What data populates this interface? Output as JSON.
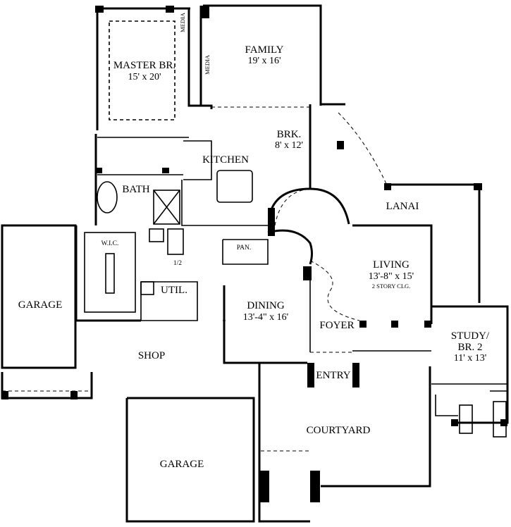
{
  "rooms": {
    "master": {
      "name": "MASTER BR.",
      "dim": "15' x 20'"
    },
    "family": {
      "name": "FAMILY",
      "dim": "19' x 16'"
    },
    "media_a": "MEDIA",
    "media_b": "MEDIA",
    "brk": {
      "name": "BRK.",
      "dim": "8' x 12'"
    },
    "kitchen": "KITCHEN",
    "bath": "BATH",
    "lanai": "LANAI",
    "wic": "W.I.C.",
    "pan": "PAN.",
    "half_bath": "1/2",
    "util": "UTIL.",
    "living": {
      "name": "LIVING",
      "dim": "13'-8\" x 15'",
      "note": "2 STORY CLG."
    },
    "garage_left": "GARAGE",
    "dining": {
      "name": "DINING",
      "dim": "13'-4\" x 16'"
    },
    "foyer": "FOYER",
    "study": {
      "name": "STUDY/",
      "name2": "BR. 2",
      "dim": "11' x 13'"
    },
    "shop": "SHOP",
    "entry": "ENTRY",
    "courtyard": "COURTYARD",
    "garage_bottom": "GARAGE"
  }
}
